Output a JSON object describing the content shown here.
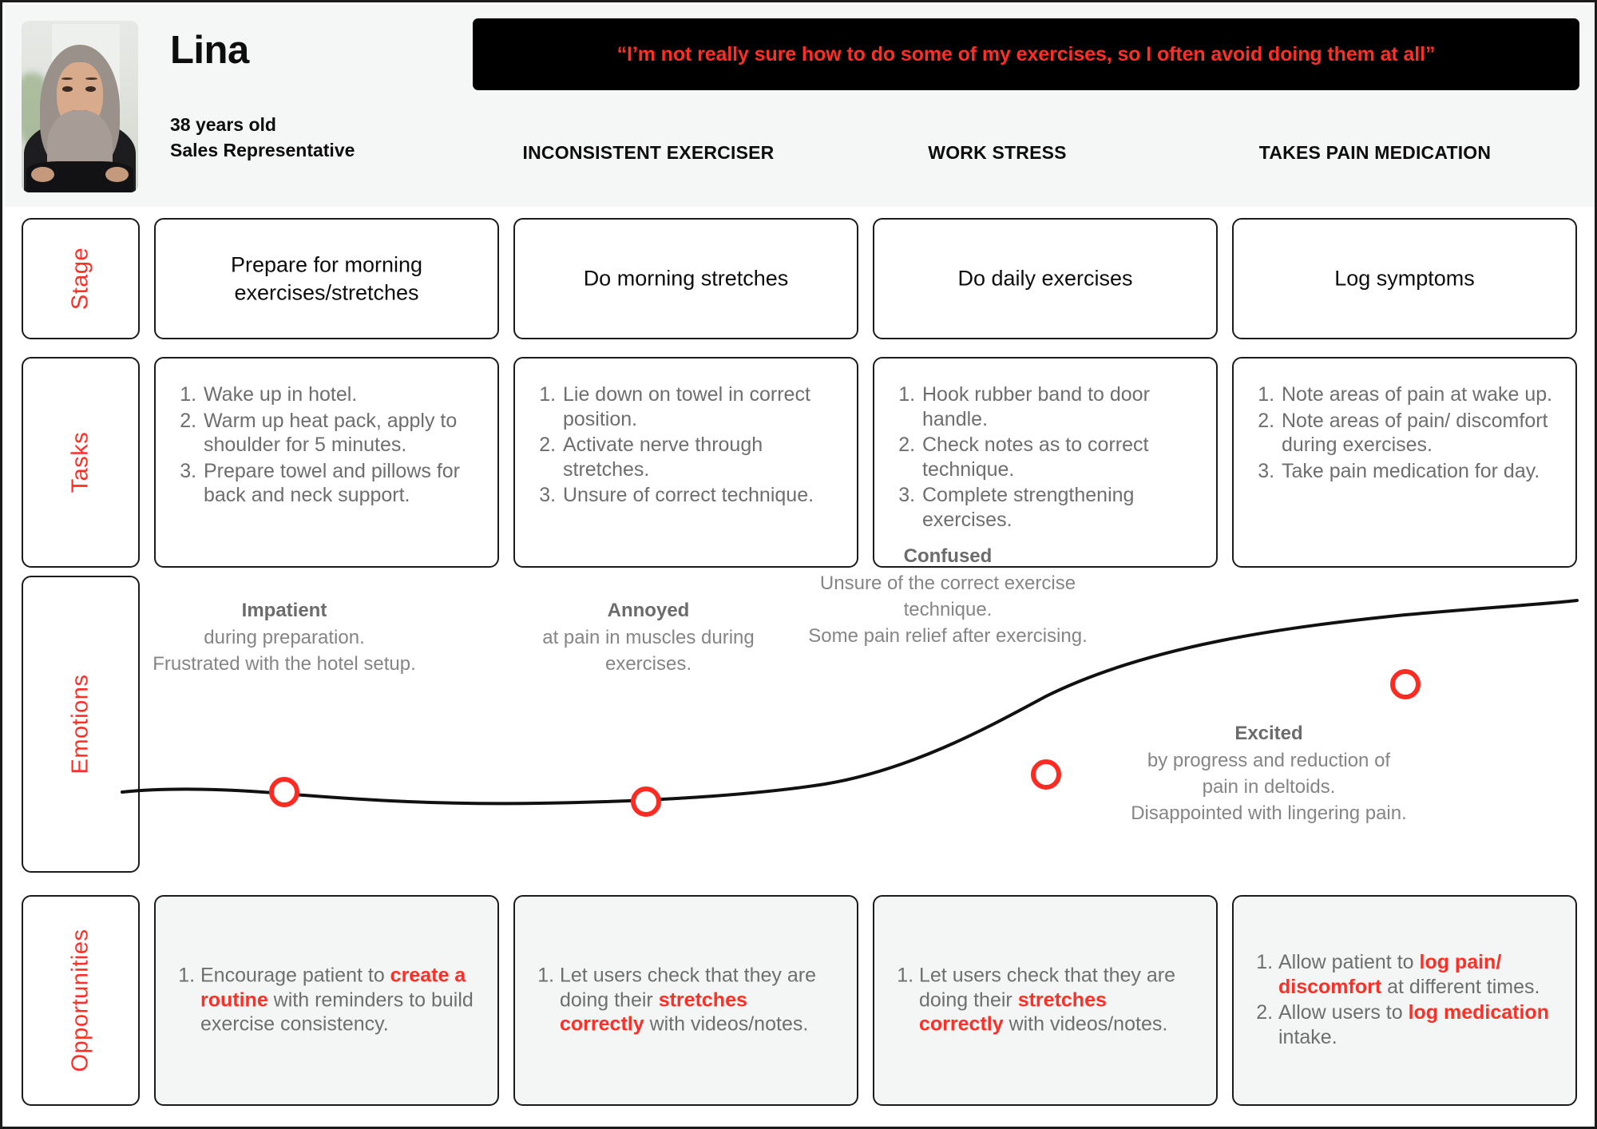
{
  "persona": {
    "name": "Lina",
    "age": "38 years old",
    "role": "Sales Representative",
    "avatar_icon": "persona-photo-icon"
  },
  "quote": "“I’m not really sure how to do some of my exercises, so I often avoid doing them at all”",
  "taglines": [
    "INCONSISTENT EXERCISER",
    "WORK STRESS",
    "TAKES PAIN MEDICATION"
  ],
  "row_labels": {
    "stage": "Stage",
    "tasks": "Tasks",
    "emotions": "Emotions",
    "opportunities": "Opportunities"
  },
  "stages": [
    "Prepare for morning exercises/stretches",
    "Do morning stretches",
    "Do daily exercises",
    "Log symptoms"
  ],
  "tasks": [
    [
      "Wake up in hotel.",
      "Warm up heat pack, apply to shoulder for 5 minutes.",
      "Prepare towel and pillows for back and neck support."
    ],
    [
      "Lie down on towel in correct position.",
      "Activate nerve through stretches.",
      "Unsure of correct technique."
    ],
    [
      "Hook rubber band to door handle.",
      "Check notes as to correct technique.",
      "Complete strengthening exercises."
    ],
    [
      "Note areas of pain at wake up.",
      "Note areas of pain/ discomfort during exercises.",
      "Take pain medication for day."
    ]
  ],
  "emotions": [
    {
      "title": "Impatient",
      "lines": [
        "during preparation.",
        "Frustrated with the hotel setup."
      ]
    },
    {
      "title": "Annoyed",
      "lines": [
        "at pain in muscles during",
        "exercises."
      ]
    },
    {
      "title": "Confused",
      "lines": [
        "Unsure of the correct exercise",
        "technique.",
        "Some pain relief after exercising."
      ]
    },
    {
      "title": "Excited",
      "lines": [
        "by progress and reduction of",
        "pain in deltoids.",
        "Disappointed with lingering pain."
      ]
    }
  ],
  "opportunities": [
    [
      {
        "segments": [
          {
            "text": "Encourage patient to ",
            "highlight": false
          },
          {
            "text": "create a routine",
            "highlight": true
          },
          {
            "text": " with reminders to build exercise consistency.",
            "highlight": false
          }
        ]
      }
    ],
    [
      {
        "segments": [
          {
            "text": "Let users check that they are doing their ",
            "highlight": false
          },
          {
            "text": "stretches correctly",
            "highlight": true
          },
          {
            "text": " with videos/notes.",
            "highlight": false
          }
        ]
      }
    ],
    [
      {
        "segments": [
          {
            "text": "Let users check that they are doing their ",
            "highlight": false
          },
          {
            "text": "stretches correctly",
            "highlight": true
          },
          {
            "text": " with videos/notes.",
            "highlight": false
          }
        ]
      }
    ],
    [
      {
        "segments": [
          {
            "text": "Allow patient to ",
            "highlight": false
          },
          {
            "text": "log pain/ discomfort",
            "highlight": true
          },
          {
            "text": " at different times.",
            "highlight": false
          }
        ]
      },
      {
        "segments": [
          {
            "text": "Allow users to ",
            "highlight": false
          },
          {
            "text": "log medication",
            "highlight": true
          },
          {
            "text": " intake.",
            "highlight": false
          }
        ]
      }
    ]
  ],
  "chart_data": {
    "type": "line",
    "title": "Emotions",
    "categories": [
      "Prepare for morning exercises/stretches",
      "Do morning stretches",
      "Do daily exercises",
      "Log symptoms"
    ],
    "point_labels": [
      "Impatient",
      "Annoyed",
      "Confused",
      "Excited"
    ],
    "values": [
      2,
      1.8,
      3.4,
      4.4
    ],
    "ylim": [
      0,
      5
    ],
    "grid": false,
    "legend": "none",
    "line_color": "#111111",
    "marker_color": "#fd2b22"
  },
  "colors": {
    "accent_red": "#ff2e26",
    "marker_red": "#fd2b22",
    "header_bg": "#f5f6f6",
    "card_border": "#1b1b1b",
    "body_text": "#6e6e6e",
    "quote_bg": "#000000"
  }
}
